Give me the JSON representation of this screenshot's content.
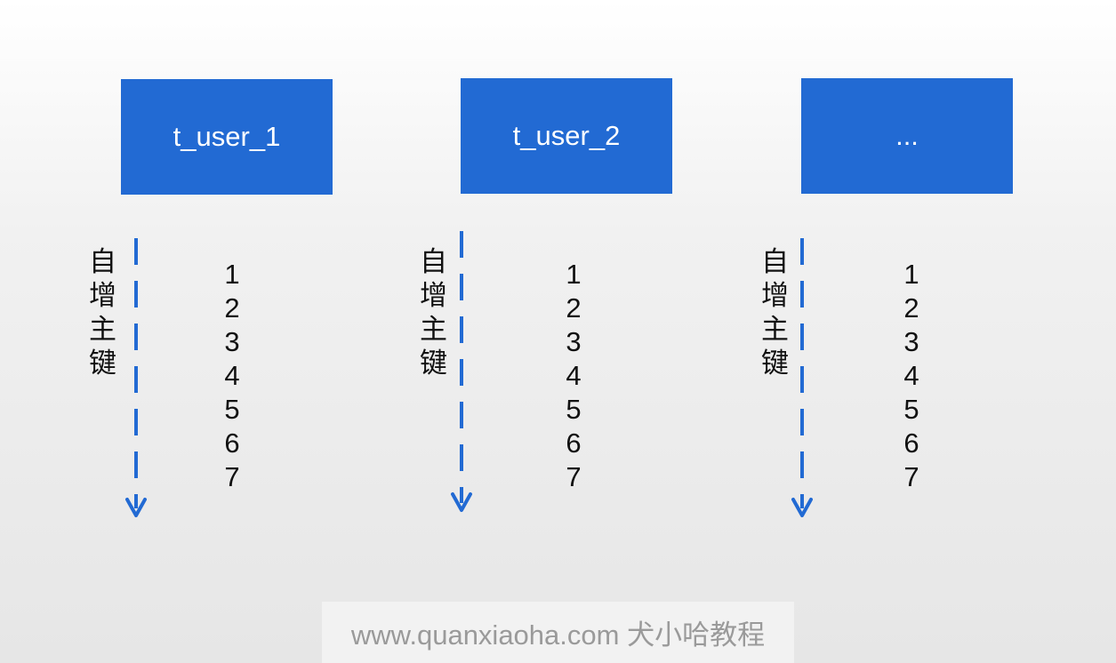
{
  "tables": [
    {
      "name": "t_user_1"
    },
    {
      "name": "t_user_2"
    },
    {
      "name": "..."
    }
  ],
  "column_label": "自增主键",
  "ids": [
    "1",
    "2",
    "3",
    "4",
    "5",
    "6",
    "7"
  ],
  "colors": {
    "box": "#226ad3",
    "arrow": "#226ad3",
    "text": "#111111",
    "watermark_text": "#9a9a9a"
  },
  "watermark": "www.quanxiaoha.com 犬小哈教程"
}
